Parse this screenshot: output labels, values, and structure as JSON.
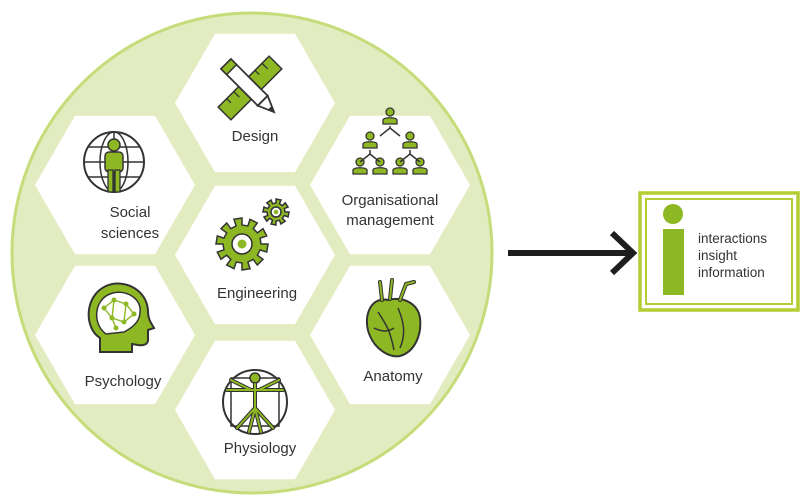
{
  "colors": {
    "circle_fill": "#e2ecc0",
    "circle_stroke": "#c6dc7a",
    "hex_fill": "#ffffff",
    "icon_fill": "#8db823",
    "icon_stroke": "#333333",
    "text": "#333333",
    "arrow": "#1e1e1e",
    "info_border": "#b5cc34"
  },
  "disciplines": [
    {
      "id": "design",
      "lines": [
        "Design"
      ],
      "icon": "pencil-ruler-icon"
    },
    {
      "id": "social-sciences",
      "lines": [
        "Social",
        "sciences"
      ],
      "icon": "globe-person-icon"
    },
    {
      "id": "organisational-management",
      "lines": [
        "Organisational",
        "management"
      ],
      "icon": "org-chart-icon"
    },
    {
      "id": "engineering",
      "lines": [
        "Engineering"
      ],
      "icon": "gears-icon"
    },
    {
      "id": "psychology",
      "lines": [
        "Psychology"
      ],
      "icon": "brain-head-icon"
    },
    {
      "id": "anatomy",
      "lines": [
        "Anatomy"
      ],
      "icon": "heart-icon"
    },
    {
      "id": "physiology",
      "lines": [
        "Physiology"
      ],
      "icon": "vitruvian-man-icon"
    }
  ],
  "info_box": {
    "icon": "info-i-icon",
    "lines": [
      "interactions",
      "insight",
      "information"
    ]
  }
}
